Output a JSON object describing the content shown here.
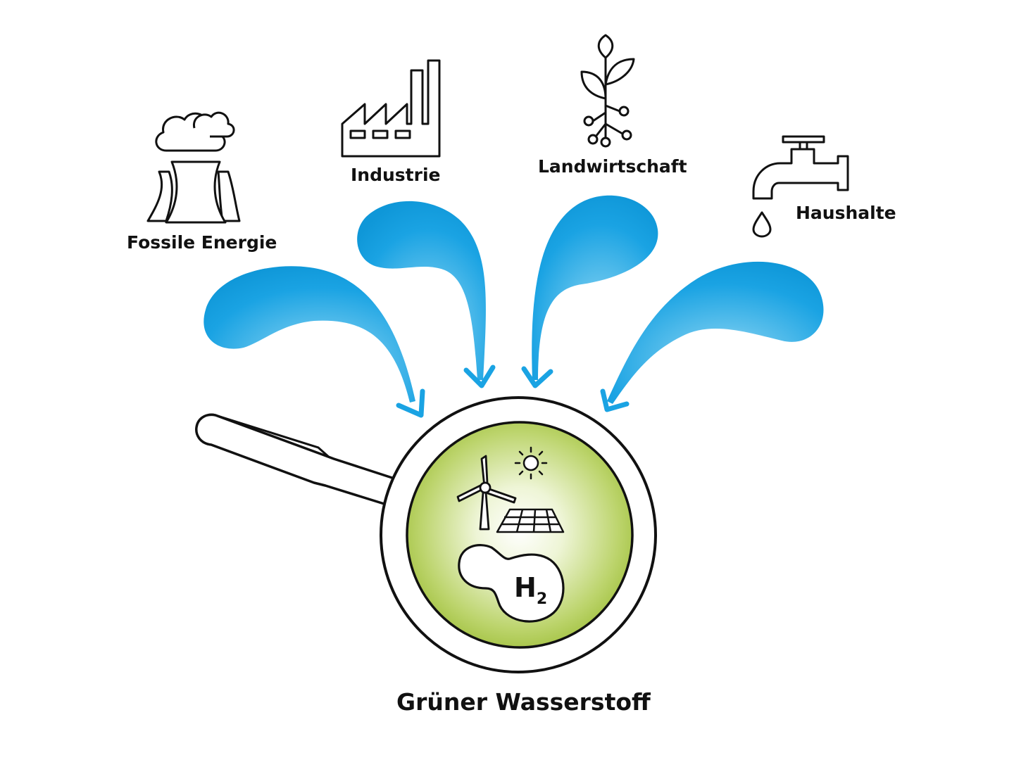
{
  "sources": [
    {
      "id": "fossil",
      "label": "Fossile Energie",
      "icon": "cooling-tower-icon"
    },
    {
      "id": "industrie",
      "label": "Industrie",
      "icon": "factory-icon"
    },
    {
      "id": "landwirtschaft",
      "label": "Landwirtschaft",
      "icon": "plant-icon"
    },
    {
      "id": "haushalte",
      "label": "Haushalte",
      "icon": "water-tap-icon"
    }
  ],
  "center": {
    "label": "Grüner Wasserstoff",
    "molecule": "H",
    "molecule_sub": "2",
    "icons": [
      "wind-turbine-icon",
      "sun-icon",
      "solar-panel-icon",
      "h2-molecule-icon",
      "magnifying-glass-icon"
    ]
  },
  "colors": {
    "water_blue": "#1aa3e3",
    "water_light": "#d8f0fb",
    "lens_green": "#a9c947",
    "lens_center": "#f7faec",
    "outline": "#111111"
  }
}
